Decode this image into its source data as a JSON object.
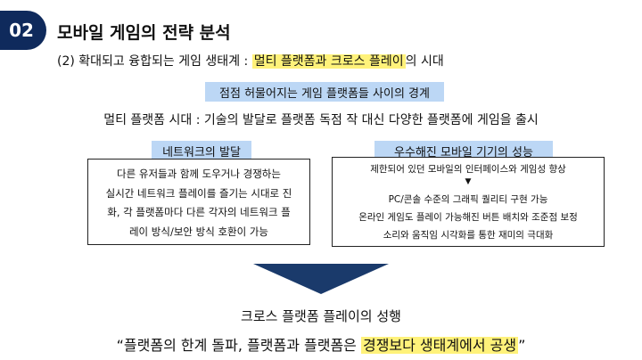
{
  "header": {
    "badge": "02",
    "title": "모바일 게임의 전략 분석"
  },
  "subtitle": {
    "prefix": "(2) 확대되고 융합되는 게임 생태계 : ",
    "highlight": "멀티 플랫폼과 크로스 플레이",
    "suffix": "의 시대"
  },
  "boundary_label": "점점 허물어지는 게임 플랫폼들 사이의 경계",
  "multi_platform_line": "멀티 플랫폼 시대 : 기술의 발달로 플랫폼 독점 작 대신 다양한 플랫폼에 게임을 출시",
  "network": {
    "label": "네트워크의 발달",
    "lines": [
      "다른 유저들과 함께 도우거나 경쟁하는",
      "실시간 네트워크 플레이를 즐기는 시대로 진",
      "화, 각 플랫폼마다 다른 각자의 네트워크 플",
      "레이 방식/보안 방식 호환이 가능"
    ]
  },
  "mobile": {
    "label": "우수해진 모바일 기기의 성능",
    "line1": "제한되어 있던 모바일의 인터페이스와 게임성 향상",
    "triangle": "▼",
    "lines": [
      "PC/콘솔 수준의 그래픽 퀄리티 구현 가능",
      "온라인 게임도 플레이 가능해진 버튼 배치와 조준점 보정",
      "소리와 움직임 시각화를 통한 재미의 극대화"
    ]
  },
  "conclusion": {
    "title": "크로스 플랫폼 플레이의 성행",
    "quote_prefix": "“플랫폼의 한계 돌파, 플랫폼과 플랫폼은 ",
    "quote_highlight": "경쟁보다 생태계에서 공생",
    "quote_suffix": "”"
  },
  "colors": {
    "badge": "#0f2a5c",
    "label_blue": "#bcd7f5",
    "highlight_yellow": "#fff27a",
    "arrow": "#1a3a6b"
  }
}
